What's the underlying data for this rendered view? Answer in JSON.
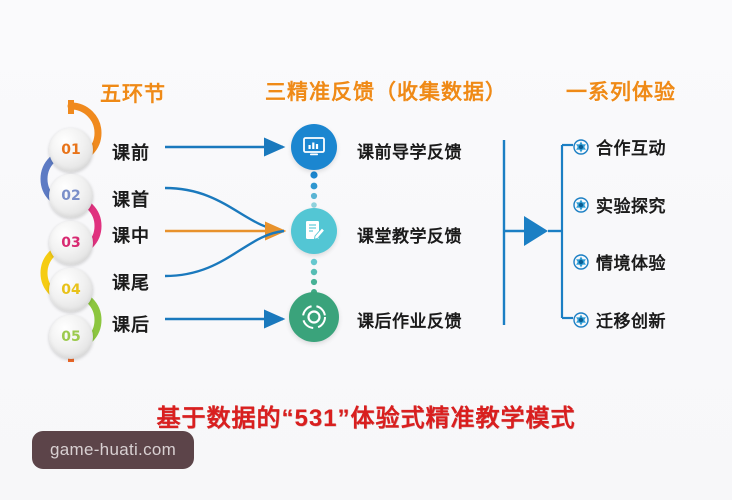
{
  "background_color": "#f9f9fb",
  "headers": {
    "left": "五环节",
    "middle": "三精准反馈（收集数据）",
    "right": "一系列体验",
    "color": "#ef8a17"
  },
  "stages": [
    {
      "num": "01",
      "label": "课前",
      "arc_color": "#f08a1e",
      "num_color": "#e8741a"
    },
    {
      "num": "02",
      "label": "课首",
      "arc_color": "#5d7bc4",
      "num_color": "#7a8fc9"
    },
    {
      "num": "03",
      "label": "课中",
      "arc_color": "#e0317f",
      "num_color": "#d82a72"
    },
    {
      "num": "04",
      "label": "课尾",
      "arc_color": "#f5cc13",
      "num_color": "#e8c21a"
    },
    {
      "num": "05",
      "label": "课后",
      "arc_color": "#8cc63f",
      "num_color": "#9cca4e"
    }
  ],
  "feedbacks": [
    {
      "label": "课前导学反馈",
      "icon": "monitor-chart-icon",
      "color": "#1b86d0"
    },
    {
      "label": "课堂教学反馈",
      "icon": "document-pen-icon",
      "color": "#53c6d4"
    },
    {
      "label": "课后作业反馈",
      "icon": "cycle-target-icon",
      "color": "#3aa37b"
    }
  ],
  "experiences": [
    {
      "label": "合作互动",
      "icon": "gear-bullet-icon"
    },
    {
      "label": "实验探究",
      "icon": "gear-bullet-icon"
    },
    {
      "label": "情境体验",
      "icon": "gear-bullet-icon"
    },
    {
      "label": "迁移创新",
      "icon": "gear-bullet-icon"
    }
  ],
  "connectors": {
    "arrow_blue": "#1a79bd",
    "arrow_orange": "#e8922c",
    "bracket_color": "#1b7fc4"
  },
  "bottom_title": "基于数据的“531”体验式精准教学模式",
  "bottom_title_color": "#d91f1f",
  "watermark": "game-huati.com"
}
